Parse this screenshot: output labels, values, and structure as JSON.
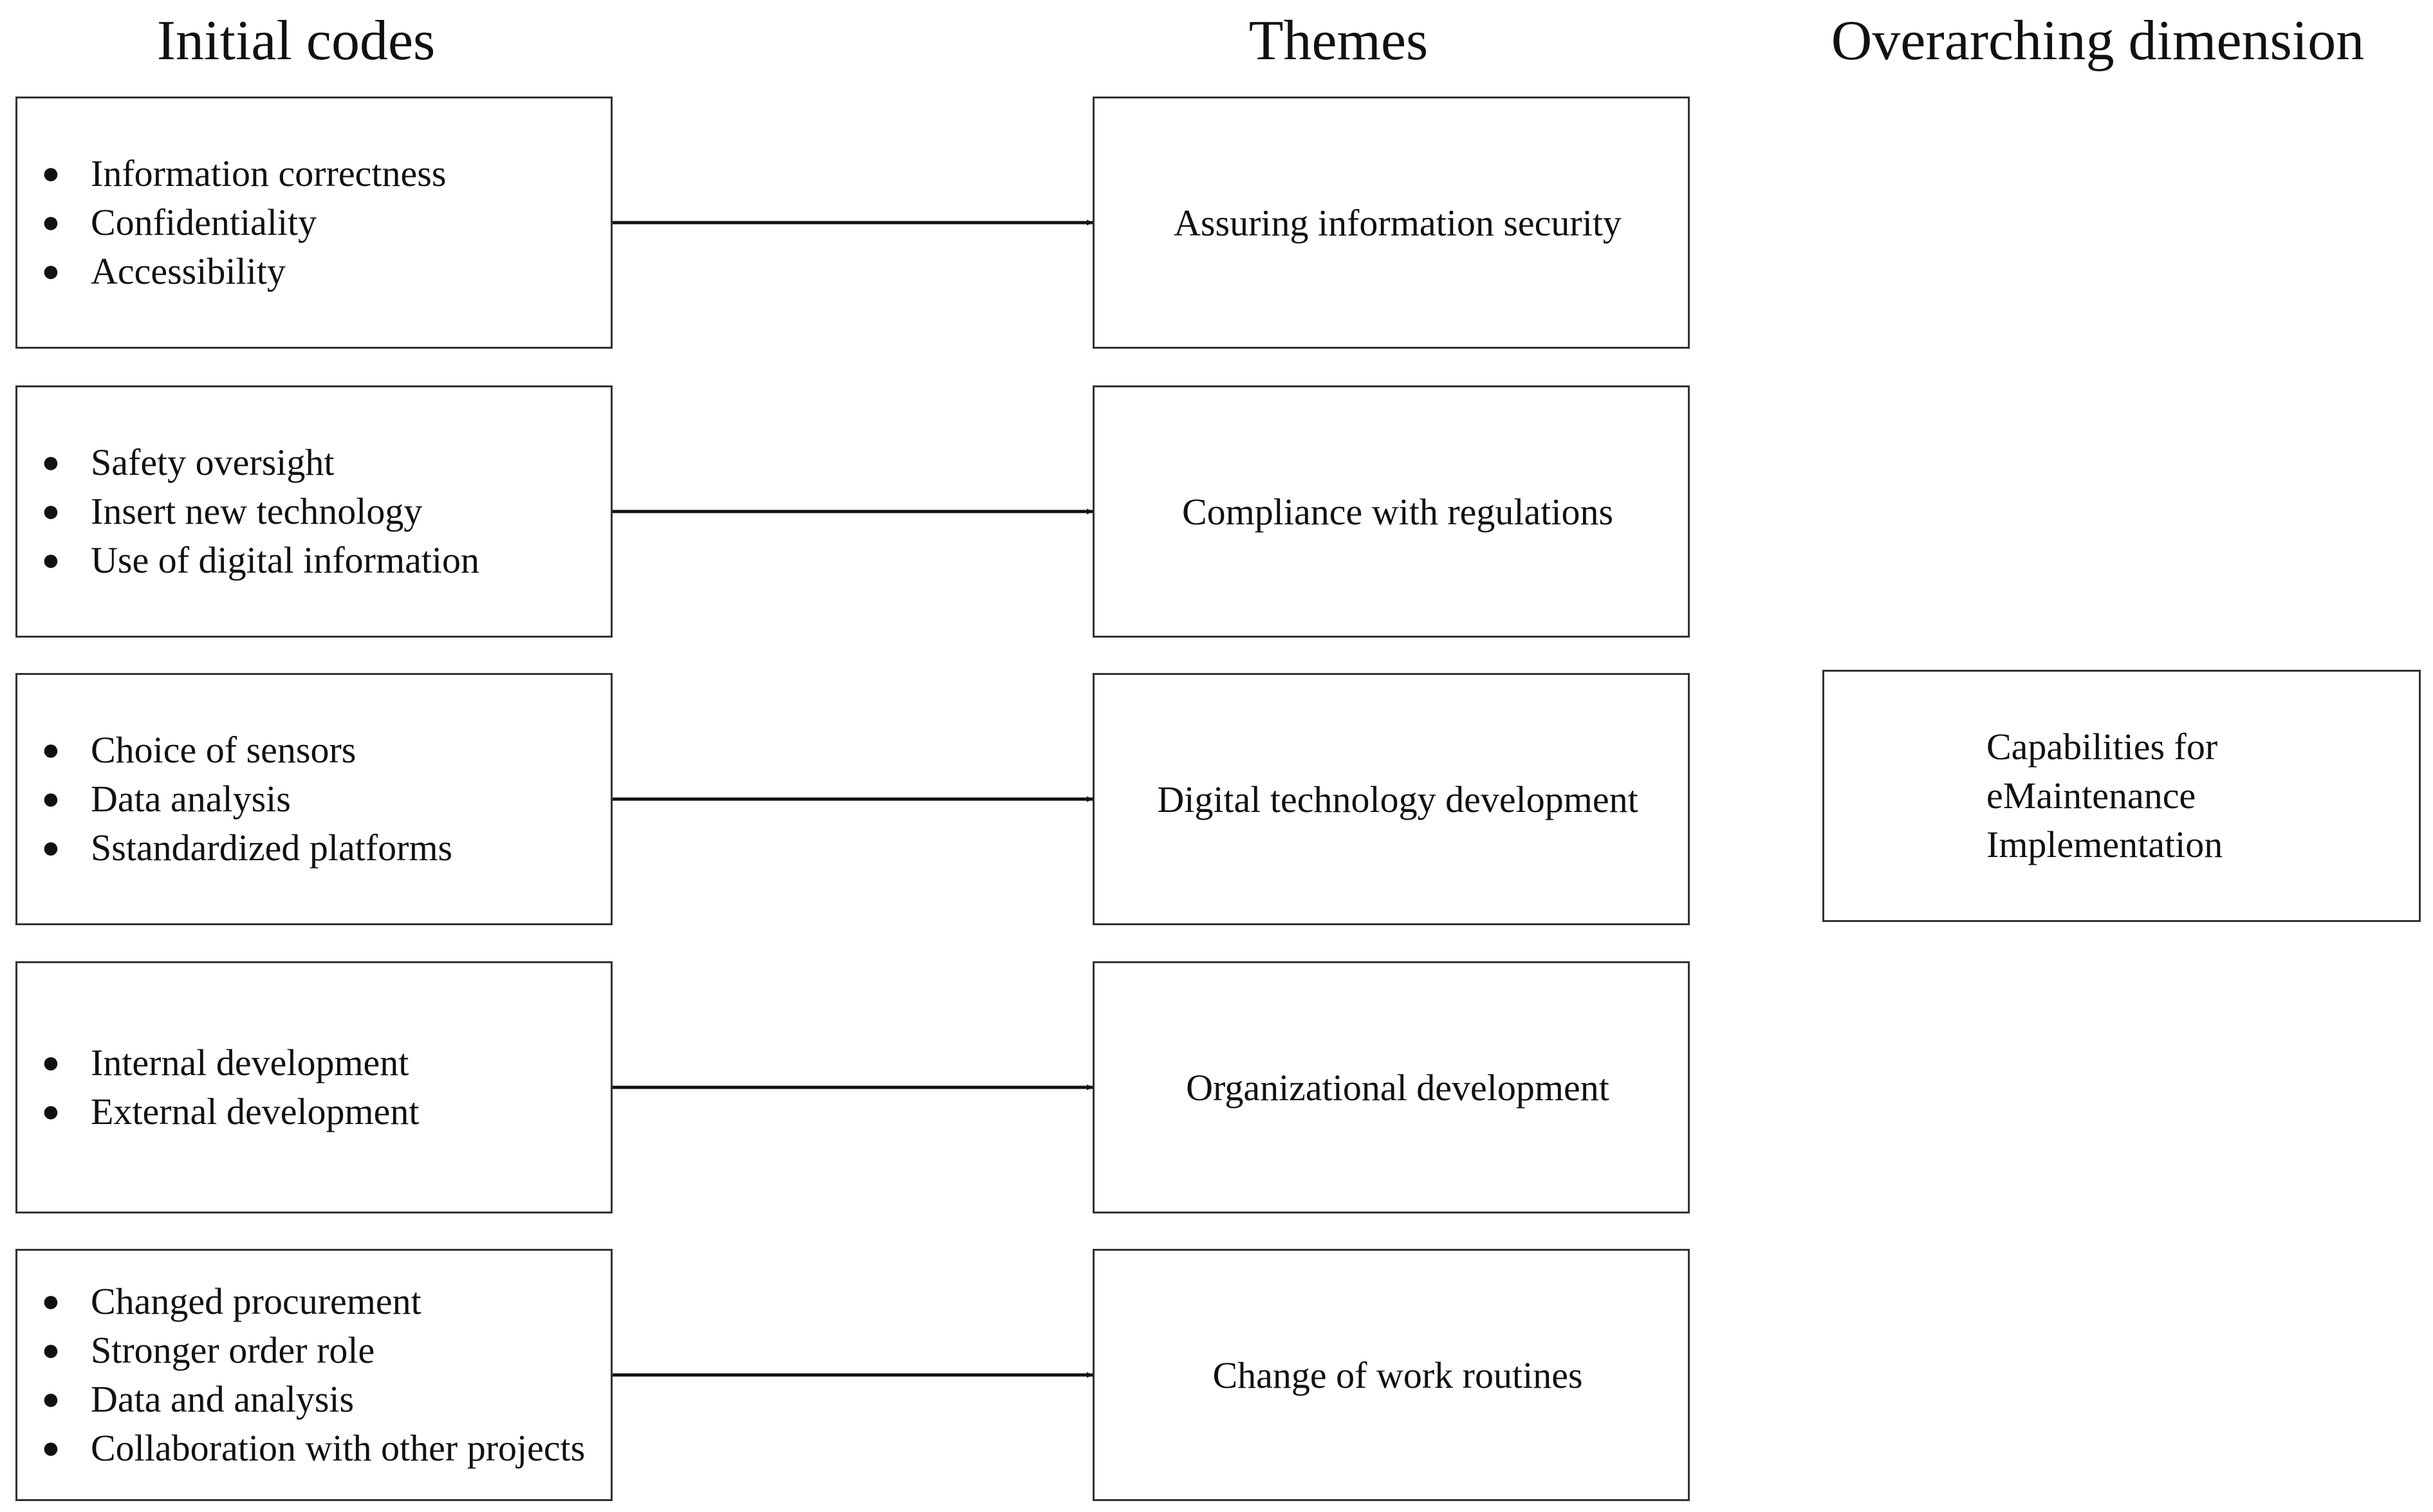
{
  "headers": {
    "initial_codes": "Initial codes",
    "themes": "Themes",
    "overarching_dimension": "Overarching dimension"
  },
  "rows": [
    {
      "codes": [
        "Information correctness",
        "Confidentiality",
        "Accessibility"
      ],
      "theme": "Assuring information security"
    },
    {
      "codes": [
        "Safety oversight",
        "Insert new technology",
        "Use of digital information"
      ],
      "theme": "Compliance with regulations"
    },
    {
      "codes": [
        "Choice of sensors",
        "Data analysis",
        "Sstandardized  platforms"
      ],
      "theme": "Digital technology development"
    },
    {
      "codes": [
        "Internal development",
        "External development"
      ],
      "theme": "Organizational development"
    },
    {
      "codes": [
        "Changed procurement",
        "Stronger order role",
        "Data and analysis",
        "Collaboration with other projects"
      ],
      "theme": "Change of work routines"
    }
  ],
  "overarching": {
    "lines": [
      "Capabilities for",
      "eMaintenance",
      "Implementation"
    ]
  }
}
